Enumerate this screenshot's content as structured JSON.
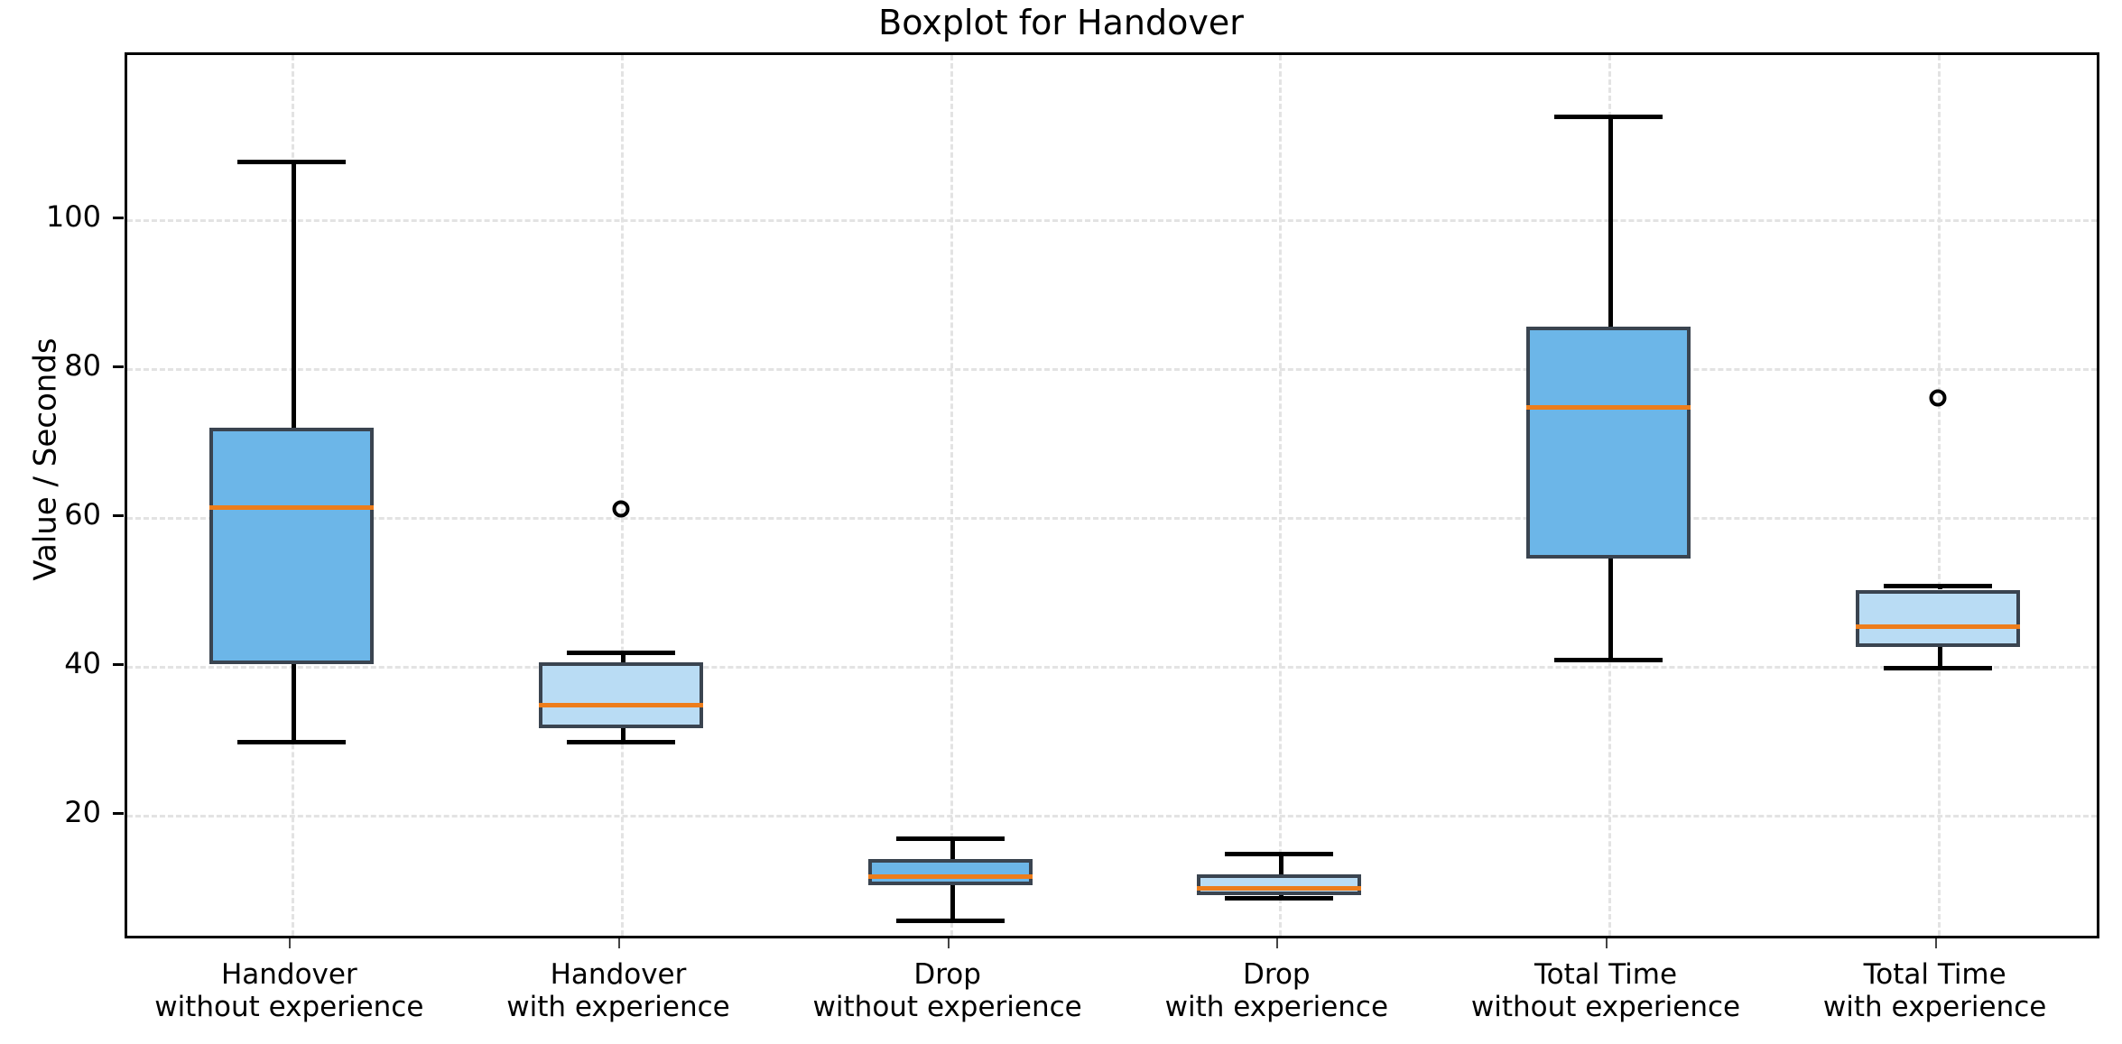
{
  "chart_data": {
    "type": "box",
    "title": "Boxplot for Handover",
    "xlabel": "",
    "ylabel": "Value / Seconds",
    "ylim": [
      3,
      122
    ],
    "yticks": [
      20,
      40,
      60,
      80,
      100
    ],
    "ytick_labels": [
      "20",
      "40",
      "60",
      "80",
      "100"
    ],
    "grid": true,
    "legend": null,
    "box_facecolor_dark": "#6cb6e8",
    "box_facecolor_light": "#b9dcf4",
    "box_edgecolor": "#3a4450",
    "median_color": "#ed7d1b",
    "whisker_color": "#000000",
    "categories": [
      "Handover\nwithout experience",
      "Handover\nwith experience",
      "Drop\nwithout experience",
      "Drop\nwith experience",
      "Total Time\nwithout experience",
      "Total Time\nwith experience"
    ],
    "category_lines": [
      [
        "Handover",
        "without experience"
      ],
      [
        "Handover",
        "with experience"
      ],
      [
        "Drop",
        "without experience"
      ],
      [
        "Drop",
        "with experience"
      ],
      [
        "Total Time",
        "without experience"
      ],
      [
        "Total Time",
        "with experience"
      ]
    ],
    "boxes": [
      {
        "label": "Handover without experience",
        "whisker_low": 30.0,
        "q1": 40.2,
        "median": 61.5,
        "q3": 72.0,
        "whisker_high": 108.0,
        "fliers": [],
        "fill": "dark"
      },
      {
        "label": "Handover with experience",
        "whisker_low": 30.0,
        "q1": 31.6,
        "median": 35.0,
        "q3": 40.4,
        "whisker_high": 42.0,
        "fliers": [
          61.0
        ],
        "fill": "light"
      },
      {
        "label": "Drop without experience",
        "whisker_low": 6.0,
        "q1": 10.5,
        "median": 12.0,
        "q3": 14.0,
        "whisker_high": 17.0,
        "fliers": [],
        "fill": "dark"
      },
      {
        "label": "Drop with experience",
        "whisker_low": 9.0,
        "q1": 9.2,
        "median": 10.4,
        "q3": 12.0,
        "whisker_high": 15.0,
        "fliers": [],
        "fill": "light"
      },
      {
        "label": "Total Time without experience",
        "whisker_low": 41.0,
        "q1": 54.4,
        "median": 75.0,
        "q3": 85.5,
        "whisker_high": 114.0,
        "fliers": [],
        "fill": "dark"
      },
      {
        "label": "Total Time with experience",
        "whisker_low": 40.0,
        "q1": 42.5,
        "median": 45.5,
        "q3": 50.2,
        "whisker_high": 51.0,
        "fliers": [
          76.0
        ],
        "fill": "light"
      }
    ]
  }
}
